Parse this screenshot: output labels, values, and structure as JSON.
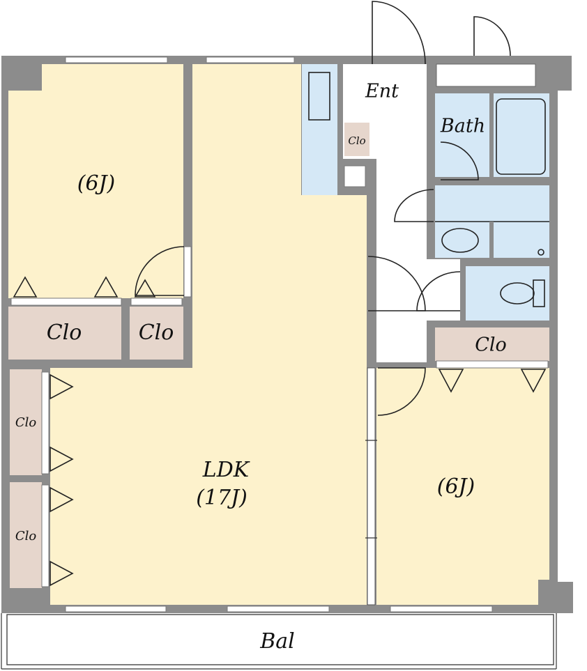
{
  "rooms": {
    "western_room_1": "(6J)",
    "ldk_name": "LDK",
    "ldk_size": "(17J)",
    "western_room_2": "(6J)",
    "entrance": "Ent",
    "bath": "Bath",
    "balcony": "Bal"
  },
  "closets": {
    "room1_wide": "Clo",
    "room1_small": "Clo",
    "left_upper": "Clo",
    "left_lower": "Clo",
    "entrance": "Clo",
    "room2": "Clo"
  },
  "colors": {
    "wall": "#8c8c8c",
    "room_floor": "#fdf2cc",
    "wet_area": "#d5e8f6",
    "closet": "#e6d6cc",
    "hallway": "#ffffff"
  }
}
